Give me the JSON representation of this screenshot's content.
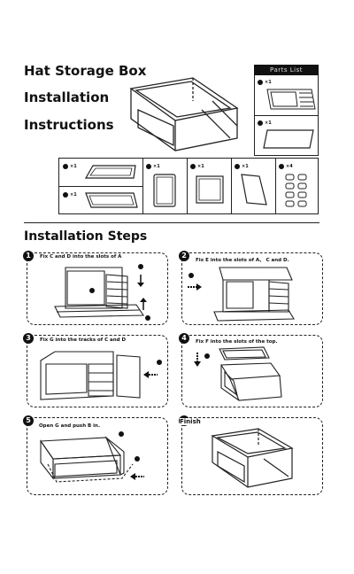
{
  "header": {
    "title_line1": "Hat Storage Box",
    "title_line2": "Installation",
    "title_line3": "Instructions"
  },
  "parts_list": {
    "label": "Parts List",
    "items": [
      {
        "qty": "×1"
      },
      {
        "qty": "×1"
      }
    ]
  },
  "parts_row": [
    {
      "qty": "×1"
    },
    {
      "qty": "×1"
    },
    {
      "qty": "×1"
    },
    {
      "qty": "×1"
    },
    {
      "qty": "×1"
    },
    {
      "qty": "×4"
    }
  ],
  "steps_section": {
    "title": "Installation Steps"
  },
  "steps": [
    {
      "number": "1",
      "text": "Fix C and D into the slots of A"
    },
    {
      "number": "2",
      "text": "Fix E into the slots of A、 C and D."
    },
    {
      "number": "3",
      "text": "Fix G into the tracks of C and D"
    },
    {
      "number": "4",
      "text": "Fix F into the slots of the top."
    },
    {
      "number": "5",
      "text": "Open G and push B in."
    },
    {
      "number": "",
      "text": "Finish"
    }
  ]
}
